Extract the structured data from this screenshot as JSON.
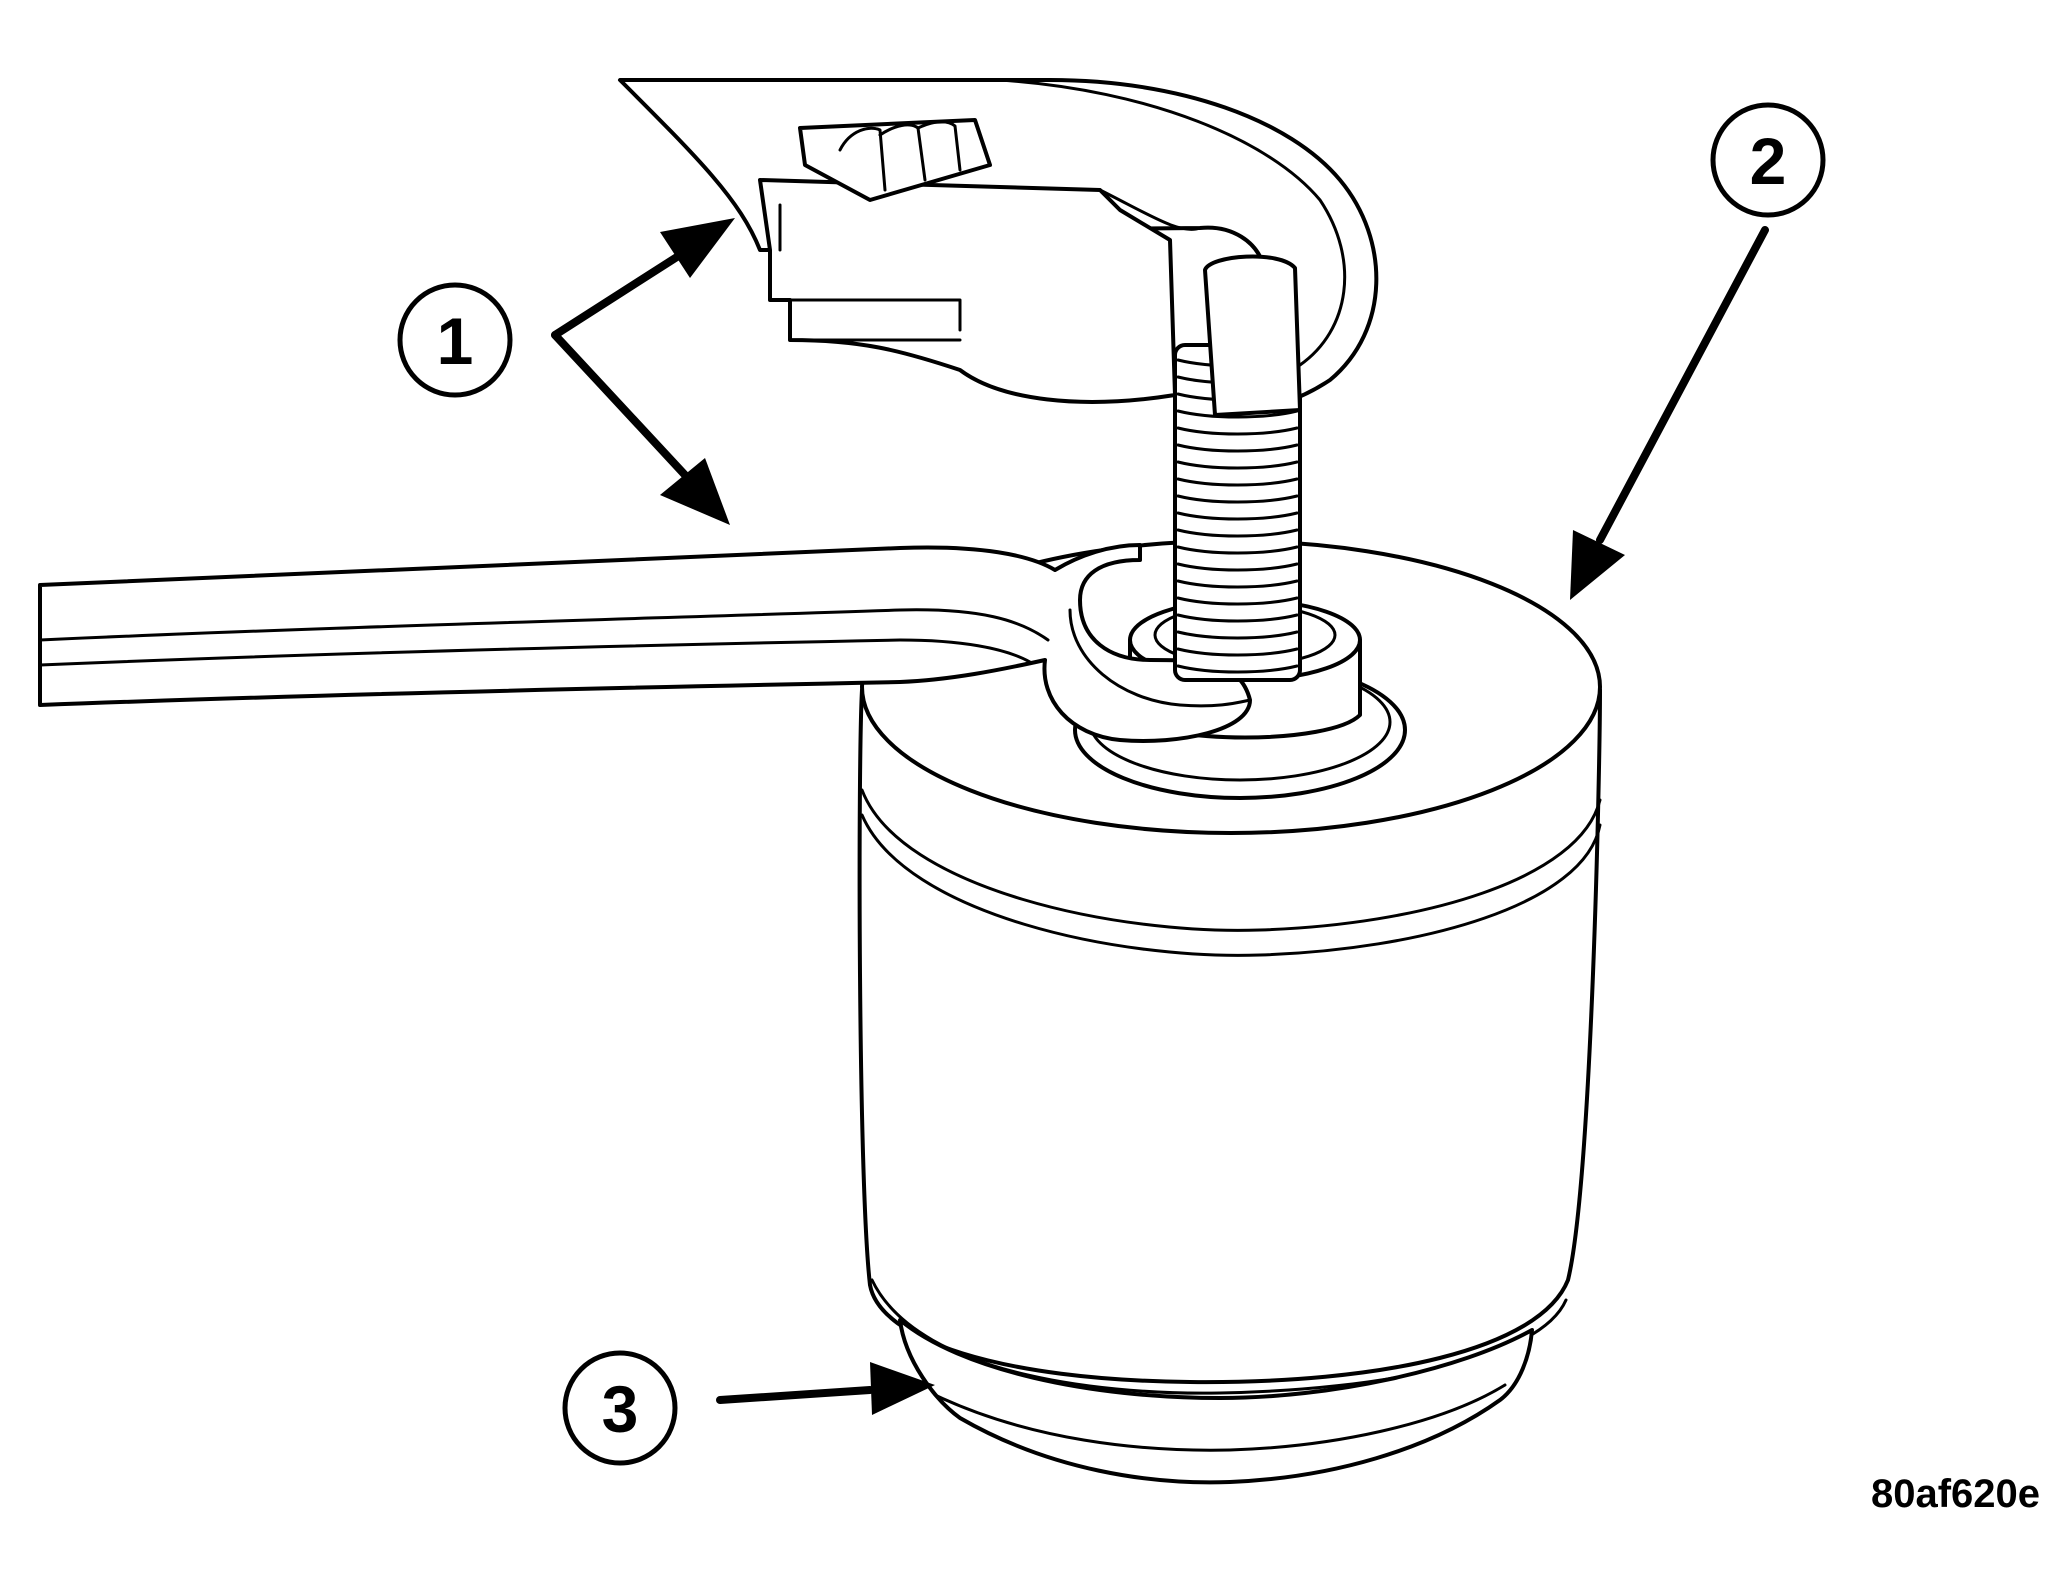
{
  "callouts": [
    {
      "label": "1"
    },
    {
      "label": "2"
    },
    {
      "label": "3"
    }
  ],
  "figure_id": "80af620e"
}
